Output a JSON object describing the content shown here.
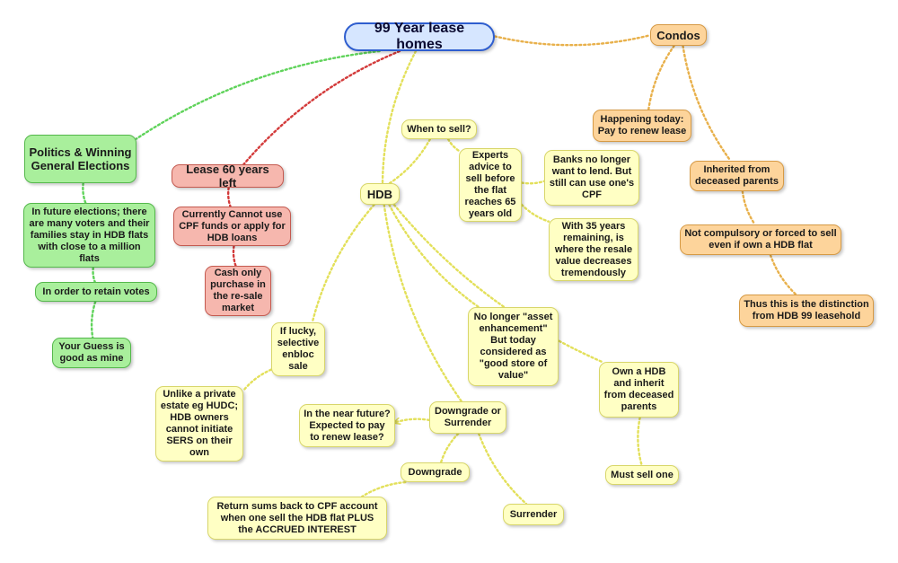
{
  "diagram": {
    "nodes": [
      {
        "id": "root",
        "text": "99 Year lease homes",
        "color": "root"
      },
      {
        "id": "condos",
        "text": "Condos",
        "color": "orange"
      },
      {
        "id": "happening",
        "text": "Happening today: Pay to renew lease",
        "color": "orange"
      },
      {
        "id": "inherited",
        "text": "Inherited from deceased parents",
        "color": "orange"
      },
      {
        "id": "notcompulsory",
        "text": "Not compulsory or forced to sell even if own a HDB flat",
        "color": "orange"
      },
      {
        "id": "distinction",
        "text": "Thus this is the distinction from HDB 99 leasehold",
        "color": "orange"
      },
      {
        "id": "politics",
        "text": "Politics & Winning General Elections",
        "color": "green"
      },
      {
        "id": "future",
        "text": "In future elections; there are many voters and their families stay in HDB flats with close to a million flats",
        "color": "green"
      },
      {
        "id": "retain",
        "text": "In order to retain votes",
        "color": "green"
      },
      {
        "id": "guess",
        "text": "Your Guess is good as mine",
        "color": "green"
      },
      {
        "id": "lease60",
        "text": "Lease 60 years left",
        "color": "red"
      },
      {
        "id": "cannotcpf",
        "text": "Currently Cannot use CPF funds or apply for HDB loans",
        "color": "red"
      },
      {
        "id": "cashonly",
        "text": "Cash only purchase in the re-sale market",
        "color": "red"
      },
      {
        "id": "hdb",
        "text": "HDB",
        "color": "yellow"
      },
      {
        "id": "whensell",
        "text": "When to sell?",
        "color": "yellow"
      },
      {
        "id": "experts",
        "text": "Experts advice to sell before the flat reaches 65 years old",
        "color": "yellow"
      },
      {
        "id": "banks",
        "text": "Banks no longer want to lend. But still can use one's CPF",
        "color": "yellow"
      },
      {
        "id": "with35",
        "text": "With 35 years remaining, is where the resale value decreases tremendously",
        "color": "yellow"
      },
      {
        "id": "lucky",
        "text": "If lucky, selective enbloc sale",
        "color": "yellow"
      },
      {
        "id": "unlike",
        "text": "Unlike a private estate eg HUDC; HDB owners cannot initiate SERS on their own",
        "color": "yellow"
      },
      {
        "id": "noasset",
        "text": "No longer \"asset enhancement\" But today considered as \"good store of value\"",
        "color": "yellow"
      },
      {
        "id": "ownhdb",
        "text": "Own a HDB and inherit from deceased parents",
        "color": "yellow"
      },
      {
        "id": "mustsell",
        "text": "Must sell one",
        "color": "yellow"
      },
      {
        "id": "downsurr",
        "text": "Downgrade or Surrender",
        "color": "yellow"
      },
      {
        "id": "nearfuture",
        "text": "In the near future? Expected to pay to renew lease?",
        "color": "yellow"
      },
      {
        "id": "downgrade",
        "text": "Downgrade",
        "color": "yellow"
      },
      {
        "id": "surrender",
        "text": "Surrender",
        "color": "yellow"
      },
      {
        "id": "returnsums",
        "text": "Return sums back to CPF account when one sell the HDB flat PLUS the ACCRUED INTEREST",
        "color": "yellow"
      }
    ],
    "edges": [
      {
        "from": "root",
        "to": "condos",
        "color": "#e8b04a"
      },
      {
        "from": "root",
        "to": "politics",
        "color": "#5fd35a"
      },
      {
        "from": "root",
        "to": "lease60",
        "color": "#d33a3a"
      },
      {
        "from": "root",
        "to": "hdb",
        "color": "#e3e05a"
      },
      {
        "from": "condos",
        "to": "happening",
        "color": "#e8b04a"
      },
      {
        "from": "condos",
        "to": "inherited",
        "color": "#e8b04a"
      },
      {
        "from": "inherited",
        "to": "notcompulsory",
        "color": "#e8b04a"
      },
      {
        "from": "notcompulsory",
        "to": "distinction",
        "color": "#e8b04a"
      },
      {
        "from": "politics",
        "to": "future",
        "color": "#5fd35a"
      },
      {
        "from": "future",
        "to": "retain",
        "color": "#5fd35a"
      },
      {
        "from": "retain",
        "to": "guess",
        "color": "#5fd35a"
      },
      {
        "from": "lease60",
        "to": "cannotcpf",
        "color": "#d33a3a"
      },
      {
        "from": "cannotcpf",
        "to": "cashonly",
        "color": "#d33a3a"
      },
      {
        "from": "hdb",
        "to": "whensell",
        "color": "#e3e05a"
      },
      {
        "from": "whensell",
        "to": "experts",
        "color": "#e3e05a"
      },
      {
        "from": "experts",
        "to": "banks",
        "color": "#e3e05a"
      },
      {
        "from": "experts",
        "to": "with35",
        "color": "#e3e05a"
      },
      {
        "from": "hdb",
        "to": "lucky",
        "color": "#e3e05a"
      },
      {
        "from": "lucky",
        "to": "unlike",
        "color": "#e3e05a"
      },
      {
        "from": "hdb",
        "to": "noasset",
        "color": "#e3e05a"
      },
      {
        "from": "hdb",
        "to": "ownhdb",
        "color": "#e3e05a"
      },
      {
        "from": "ownhdb",
        "to": "mustsell",
        "color": "#e3e05a"
      },
      {
        "from": "hdb",
        "to": "downsurr",
        "color": "#e3e05a"
      },
      {
        "from": "downsurr",
        "to": "nearfuture",
        "color": "#e3e05a",
        "arrow": true
      },
      {
        "from": "downsurr",
        "to": "downgrade",
        "color": "#e3e05a"
      },
      {
        "from": "downsurr",
        "to": "surrender",
        "color": "#e3e05a"
      },
      {
        "from": "downgrade",
        "to": "returnsums",
        "color": "#e3e05a"
      }
    ]
  }
}
